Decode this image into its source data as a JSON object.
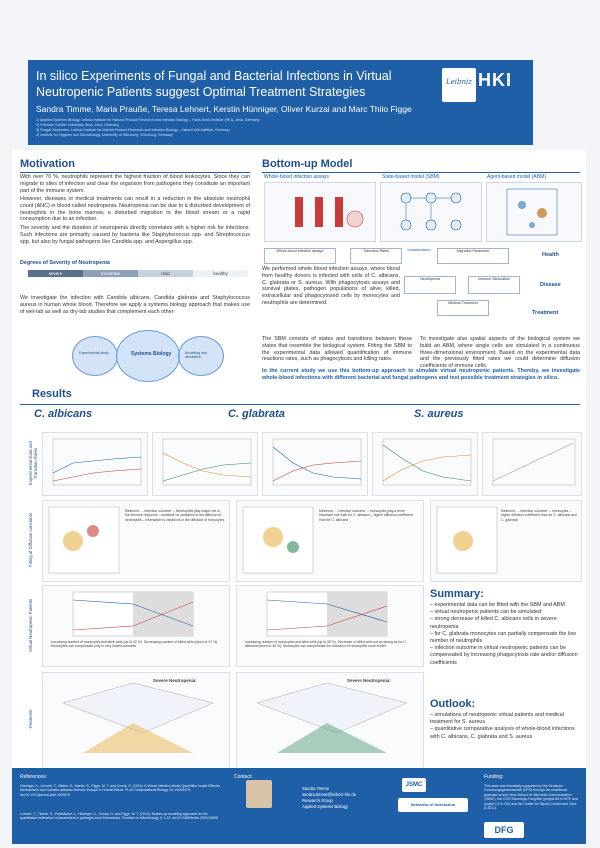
{
  "header": {
    "title": "In silico Experiments of Fungal and Bacterial Infections in Virtual Neutropenic Patients suggest Optimal Treatment Strategies",
    "authors": "Sandra Timme, Maria Prauße, Teresa Lehnert, Kerstin Hünniger, Oliver Kurzai and Marc Thilo Figge",
    "affiliations": [
      "1) Applied Systems Biology, Leibniz Institute for Natural Product Research and Infection Biology – Hans-Knöll-Institute (HKI), Jena, Germany",
      "2) Friedrich Schiller University Jena, Jena, Germany",
      "3) Fungal Septomics, Leibniz Institute for Natural Product Research and Infection Biology – Hans-Knöll-Institute, Germany",
      "4) Institute for Hygiene and Microbiology, University of Würzburg, Würzburg, Germany"
    ],
    "logo_leibniz": "Leibniz",
    "logo_hki": "HKI"
  },
  "motivation": {
    "title": "Motivation",
    "p1": "With over 70 %, neutrophils represent the highest fraction of blood leukocytes. Since they can migrate to sites of infection and clear the organism from pathogens they constitute an important part of the immune system.",
    "p2": "However, diseases or medical treatments can result in a reduction in the absolute neutrophil count (ANC) in blood called neutropenia. Neutropenia can be due to a disturbed development of neutrophils in the bone marrow, a disturbed migration to the blood stream or a rapid consumption due to an infection.",
    "p3": "The severity and the duration of neutropenia directly correlates with a higher risk for infections. Such infections are primarily caused by bacteria like Staphylococcus spp. and Streptococcus spp. but also by fungal pathogens like Candida spp. and Aspergillus spp.",
    "severity_title": "Degrees of Severity of Neutropenia",
    "severity": [
      "severe",
      "moderate",
      "mild",
      "healthy"
    ],
    "p4": "We investigate the infection with Candida albicans, Candida glabrata and Staphylococcus aureus in human whole blood. Therefore we apply a systems biology approach that makes use of wet-lab as well as dry-lab studies that complement each other:",
    "venn": [
      "Experimental study",
      "Systems Biology",
      "Modelling and simulation"
    ]
  },
  "bottomup": {
    "title": "Bottom-up Model",
    "labels": [
      "Whole-blood infection assays",
      "State-based model (SBM)",
      "Agent-based model (ABM)"
    ],
    "flow": [
      "Whole-blood infection assays",
      "Transition Rates",
      "transformation",
      "Migration Parameter",
      "Neutropenia",
      "Immune Stimulation",
      "Medical Treatment"
    ],
    "tags": [
      "Health",
      "Disease",
      "Treatment"
    ],
    "p1": "We performed whole blood infection assays, where blood from healthy donors is infected with cells of C. albicans, C. glabrata or S. aureus. With phagocytosis assays and survival plates, pathogen populations of alive, killed, extracellular and phagocytosed cells by monocytes and neutrophils are determined.",
    "p2": "The SBM consists of states and transitions between these states that resemble the biological system. Fitting the SBM to the experimental data allowed quantification of immune reactions rates, such as phagocytosis and killing rates.",
    "p3": "To investigate also spatial aspects of the biological system we build an ABM, where single cells are simulated in a continuous three-dimensional environment. Based on the experimental data and the previously fitted rates we could determine diffusion coefficients of immune cells.",
    "p4": "In the current study we use this bottom-up approach to simulate virtual neutropenic patients. Thereby, we investigate whole-blood infections with different bacterial and fungal pathogens and test possible treatment strategies in silico."
  },
  "results": {
    "title": "Results",
    "species": [
      "C. albicans",
      "C. glabrata",
      "S. aureus"
    ],
    "rows": [
      "Experimental Data and Transition Rates",
      "Fitting of Diffusion constants",
      "Virtual Neutropenic Patients",
      "Treatment"
    ],
    "captions": {
      "diff1": "Minimum: ... Infection outcome: – Neutrophils play major role in the immune response – sensitive on variations in the diffusion of neutrophils – insensitive to variations in the diffusion of monocytes",
      "diff2": "Minimum: ... Infection outcome: – monocytes play a more important role than for C. albicans – higher diffusion coefficient than for C. albicans",
      "diff3": "Minimum: ... Infection outcome: – monocytes – higher diffusion coefficient than for C. albicans and C. glabrata",
      "vn1": "Increasing number of monocytes and alive cells (up to 42 %). Decreasing number of killed cells (down to 47 %). Monocytes can compensate only in very limited amounts",
      "vn2": "Increasing number of monocytes and alive cells (up to 39 %). Decrease of killed cells not as strong as for C. albicans (down to 45 %). Monocytes can compensate the reduction of neutrophils much better",
      "treat": "Severe Neutropenia:"
    }
  },
  "summary": {
    "title": "Summary:",
    "items": [
      "– experimental data can be fitted with the SBM and ABM",
      "– virtual neutropenic patients can be simulated:",
      "   – strong decrease of killed C. albicans cells in severe neutropenia",
      "   – for C. glabrata monocytes can partially compensate the low number of neutrophils",
      "– infection outcome in virtual neutropenic patients can be compensated by increasing phagocytosis rate and/or diffusion coefficients"
    ]
  },
  "outlook": {
    "title": "Outlook:",
    "items": [
      "– simulations of neutropenic virtual patients and medical treatment for S. aureus",
      "– quantitative comparative analysis of whole-blood infections with C. albicans, C. glabrata and S. aureus"
    ]
  },
  "footer": {
    "ref_title": "References:",
    "refs": [
      "Hünniger, K., Lehnert, T., Bieber, K., Martin, R., Figge, M. T. and Kurzai, O. (2014). A Virtual Infection Model Quantifies Innate Effector Mechanisms and Candida albicans Immune Escape in Human Blood. PLoS Computational Biology 10, e1003479. doi:10.1371/journal.pcbi.1003479",
      "Lehnert, T., Timme, S., Pollmächer, J., Hünniger, K., Kurzai, O. and Figge, M. T. (2015). Bottom-up modeling approach for the quantitative estimation of parameters in pathogen-host interactions. Frontiers in Microbiology 6, 1-15. doi:10.3389/fmicb.2015.00608"
    ],
    "contact_title": "Contact:",
    "contact": [
      "Sandra Timme",
      "sandra.timme@leibniz-hki.de",
      "Research Group",
      "Applied Systems Biology"
    ],
    "funding_title": "Funding:",
    "funding": "This work was financially supported by the Deutsche Forschungsgemeinschaft (DFG) through the excellence graduate school Jena School for Microbial Communication (JSMC), the CRC/Transregio FungiNet (project B4 to MTF and project C1 to OK) and the Center for Sepsis Control and Care (CSCC).",
    "logos": [
      "JSMC",
      "Networks of Interaction",
      "DFG"
    ]
  }
}
